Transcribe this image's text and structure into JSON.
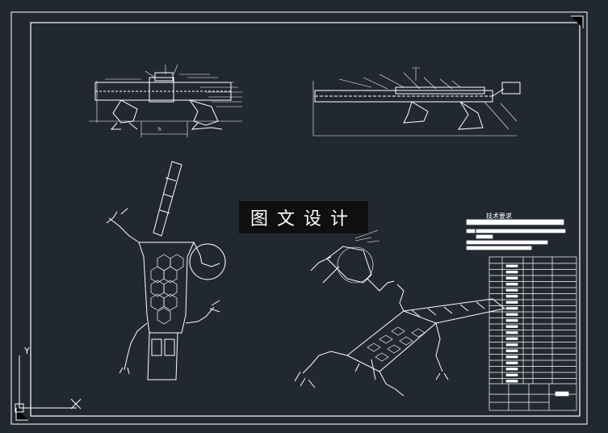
{
  "watermark": {
    "text": "图文设计"
  },
  "technical_requirements": {
    "title": "技术要求"
  },
  "ucs": {
    "y_label": "Y",
    "x_label": "X"
  },
  "colors": {
    "background": "#212830",
    "lines": "#ffffff"
  }
}
